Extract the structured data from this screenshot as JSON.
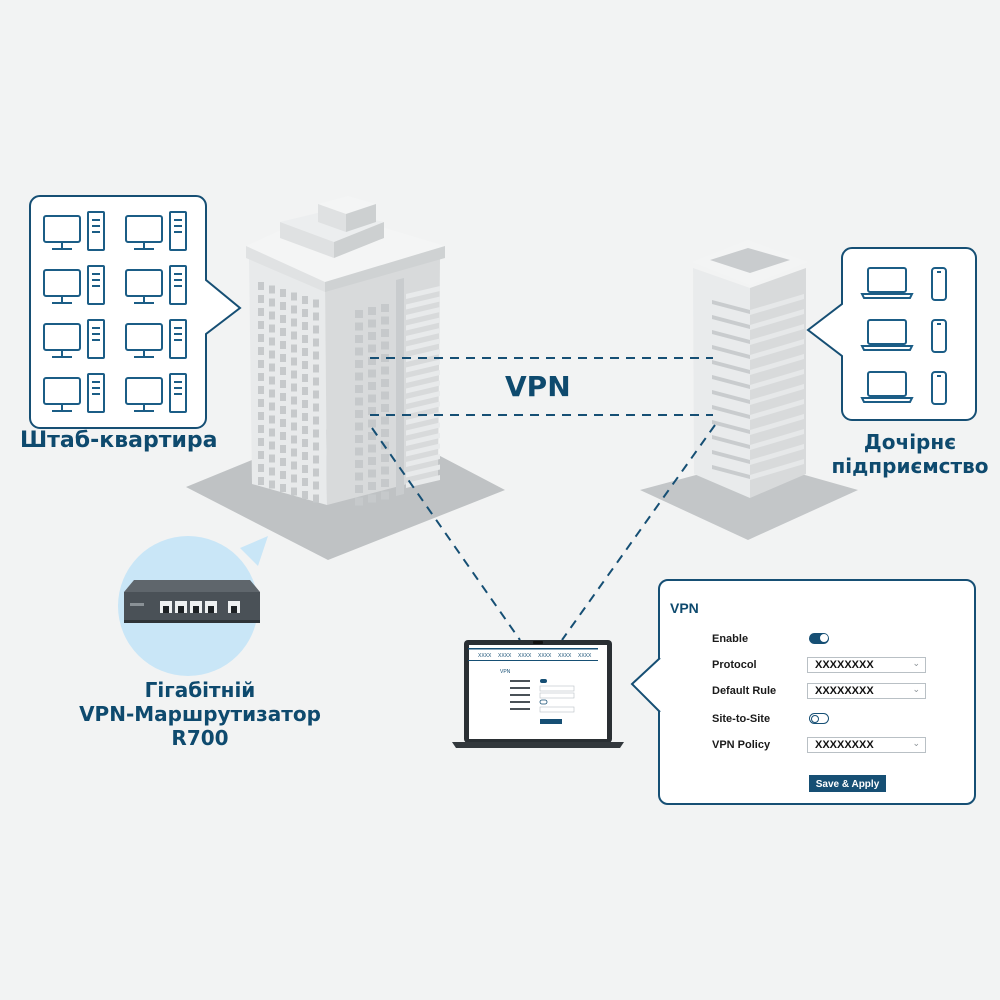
{
  "labels": {
    "vpn": "VPN",
    "headquarters": "Штаб-квартира",
    "branch_line1": "Дочірнє",
    "branch_line2": "підприємство",
    "router_line1": "Гігабітній",
    "router_line2": "VPN-Маршрутизатор",
    "router_line3": "R700"
  },
  "laptop_screen": {
    "nav_items": [
      "XXXX",
      "XXXX",
      "XXXX",
      "XXXX",
      "XXXX",
      "XXXX"
    ],
    "title": "VPN"
  },
  "settings_panel": {
    "title": "VPN",
    "enable_label": "Enable",
    "enable_on": true,
    "protocol_label": "Protocol",
    "protocol_value": "XXXXXXXX",
    "default_rule_label": "Default Rule",
    "default_rule_value": "XXXXXXXX",
    "site_to_site_label": "Site-to-Site",
    "site_to_site_on": false,
    "vpn_policy_label": "VPN Policy",
    "vpn_policy_value": "XXXXXXXX",
    "save_label": "Save & Apply"
  },
  "colors": {
    "brand": "#164f74",
    "building": "#e9ebec",
    "shadow": "#bfc2c4",
    "accent_circle": "#c9e6f7"
  },
  "icons": {
    "hq": "desktop-computer-icon",
    "branch": [
      "laptop-icon",
      "smartphone-icon"
    ],
    "router": "router-image"
  }
}
